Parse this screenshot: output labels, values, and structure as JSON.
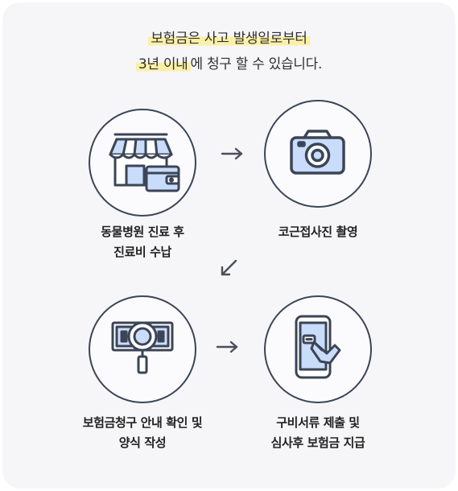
{
  "headline": {
    "line1": "보험금은 사고 발생일로부터",
    "line2_highlight": "3년 이내",
    "line2_rest": "에 청구 할 수 있습니다."
  },
  "steps": [
    {
      "icon": "storefront-wallet-icon",
      "line1": "동물병원 진료 후",
      "line2": "진료비 수납"
    },
    {
      "icon": "camera-icon",
      "line1": "코근접사진 촬영",
      "line2": ""
    },
    {
      "icon": "magnifier-banknote-icon",
      "line1": "보험금청구 안내 확인 및",
      "line2": "양식 작성"
    },
    {
      "icon": "phone-document-icon",
      "line1": "구비서류 제출 및",
      "line2": "심사후 보험금 지급"
    }
  ],
  "colors": {
    "outline": "#3b4557",
    "icon_fill": "#c9dcf9",
    "highlight": "#fbf0a6",
    "arrow": "#4a4f5a"
  }
}
